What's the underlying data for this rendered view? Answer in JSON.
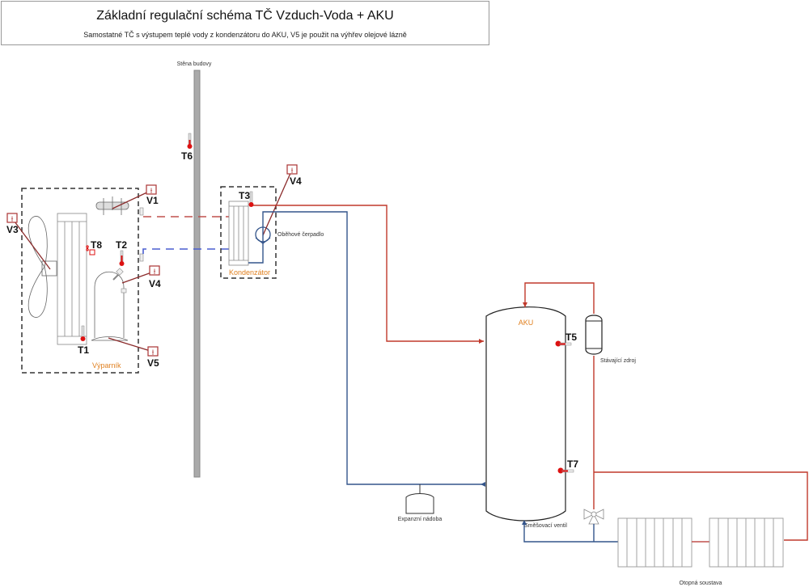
{
  "header": {
    "title": "Základní regulační schéma TČ Vzduch-Voda +  AKU",
    "subtitle": "Samostatné TČ s výstupem teplé vody z kondenzátoru do AKU, V5  je použit na výhřev olejové lázně"
  },
  "colors": {
    "hot_pipe": "#c0392b",
    "cold_pipe": "#34558b",
    "cold_dashed": "#4a5fd0",
    "hot_dashed": "#c0504d",
    "sensor": "#dd1111",
    "valve_box": "#a33",
    "label_orange": "#e08020",
    "wall": "#9a9a9a"
  },
  "labels": {
    "wall": "Stěna budovy",
    "evaporator": "Výparník",
    "condenser": "Kondenzátor",
    "pump": "Oběhové čerpadlo",
    "tank": "AKU",
    "existing_source": "Stávající zdroj",
    "expansion_vessel": "Expanzní nádoba",
    "mixing_valve": "Směšovací ventil",
    "heating_system": "Otopná soustava"
  },
  "sensors": [
    "T1",
    "T2",
    "T3",
    "T5",
    "T6",
    "T7",
    "T8"
  ],
  "valves": [
    "V1",
    "V3",
    "V4",
    "V4",
    "V5"
  ]
}
